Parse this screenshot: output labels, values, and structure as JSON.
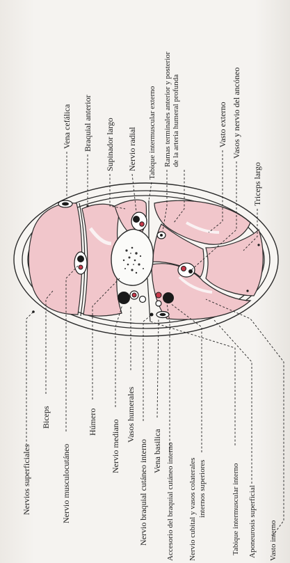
{
  "labels": {
    "nervios_superficiales": "Nervios superficiales",
    "biceps": "Biceps",
    "nervio_musculocutaneo": "Nervio musculocutáneo",
    "humero": "Húmero",
    "nervio_mediano": "Nervio mediano",
    "vasos_humerales": "Vasos humerales",
    "nervio_braquial_cutaneo_interno": "Nervio braquial cutáneo interno",
    "vena_basilica": "Vena basilica",
    "accesorio_braquial": "Accesorio del braquial cutáneo interno",
    "nervio_cubital_1": "Nervio cubital y vasos colaterales",
    "nervio_cubital_2": "internos superiores",
    "tabique_intermuscular_interno": "Tabique intermuscular interno",
    "aponeurosis_superficial": "Aponeurosis superficial",
    "vasto_interno": "Vasto interno",
    "vena_cefalica": "Vena cefálica",
    "braquial_anterior": "Braquial anterior",
    "supinador_largo": "Supinador largo",
    "nervio_radial": "Nervio radial",
    "tabique_intermuscular_externo": "Tabique intermuscular externo",
    "ramas_terminales_1": "Ramas terminales anterior y posterior",
    "ramas_terminales_2": "de la arteria humeral profunda",
    "vasto_externo": "Vasto externo",
    "vasos_nervio_anconeo": "Vasos y nervio del ancóneo",
    "triceps_largo": "Triceps largo"
  },
  "colors": {
    "muscle": "#f1c6cb",
    "artery": "#c8394a",
    "ink": "#1c1c1c"
  }
}
